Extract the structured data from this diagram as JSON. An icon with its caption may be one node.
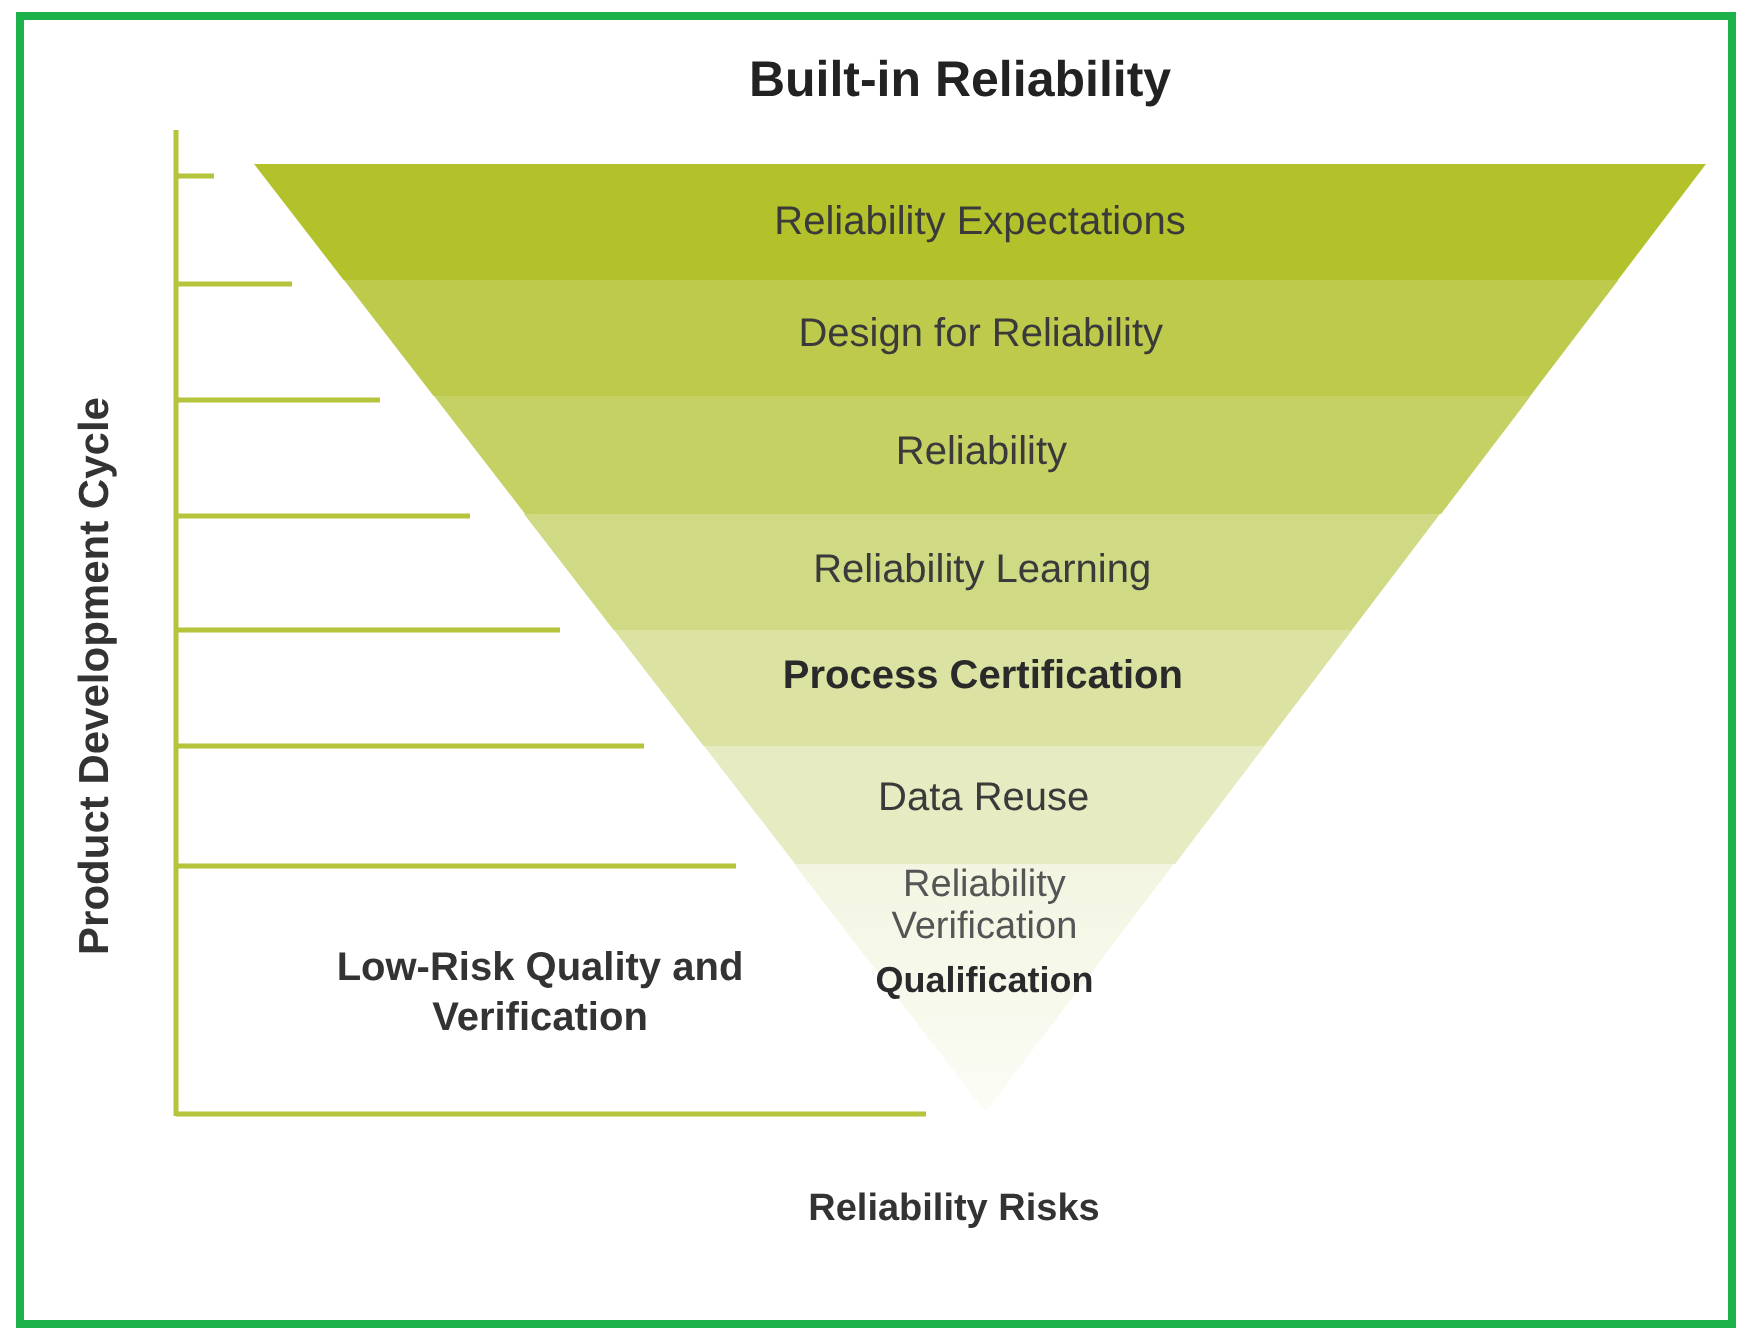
{
  "diagram": {
    "title": "Built-in Reliability",
    "nodes": [
      {
        "text": [
          "Reliability Expectations"
        ]
      },
      {
        "text": [
          "Design for Reliability"
        ]
      },
      {
        "text": [
          "Reliability"
        ]
      },
      {
        "text": [
          "Reliability Learning"
        ]
      },
      {
        "text": [
          "Process Certification"
        ]
      },
      {
        "text": [
          "Data Reuse"
        ]
      },
      {
        "text": [
          "Reliability Verification",
          "Qualification"
        ]
      }
    ],
    "labels": [
      "Product Development Cycle",
      "Low-Risk Quality and Verification",
      "Reliability Risks"
    ]
  }
}
